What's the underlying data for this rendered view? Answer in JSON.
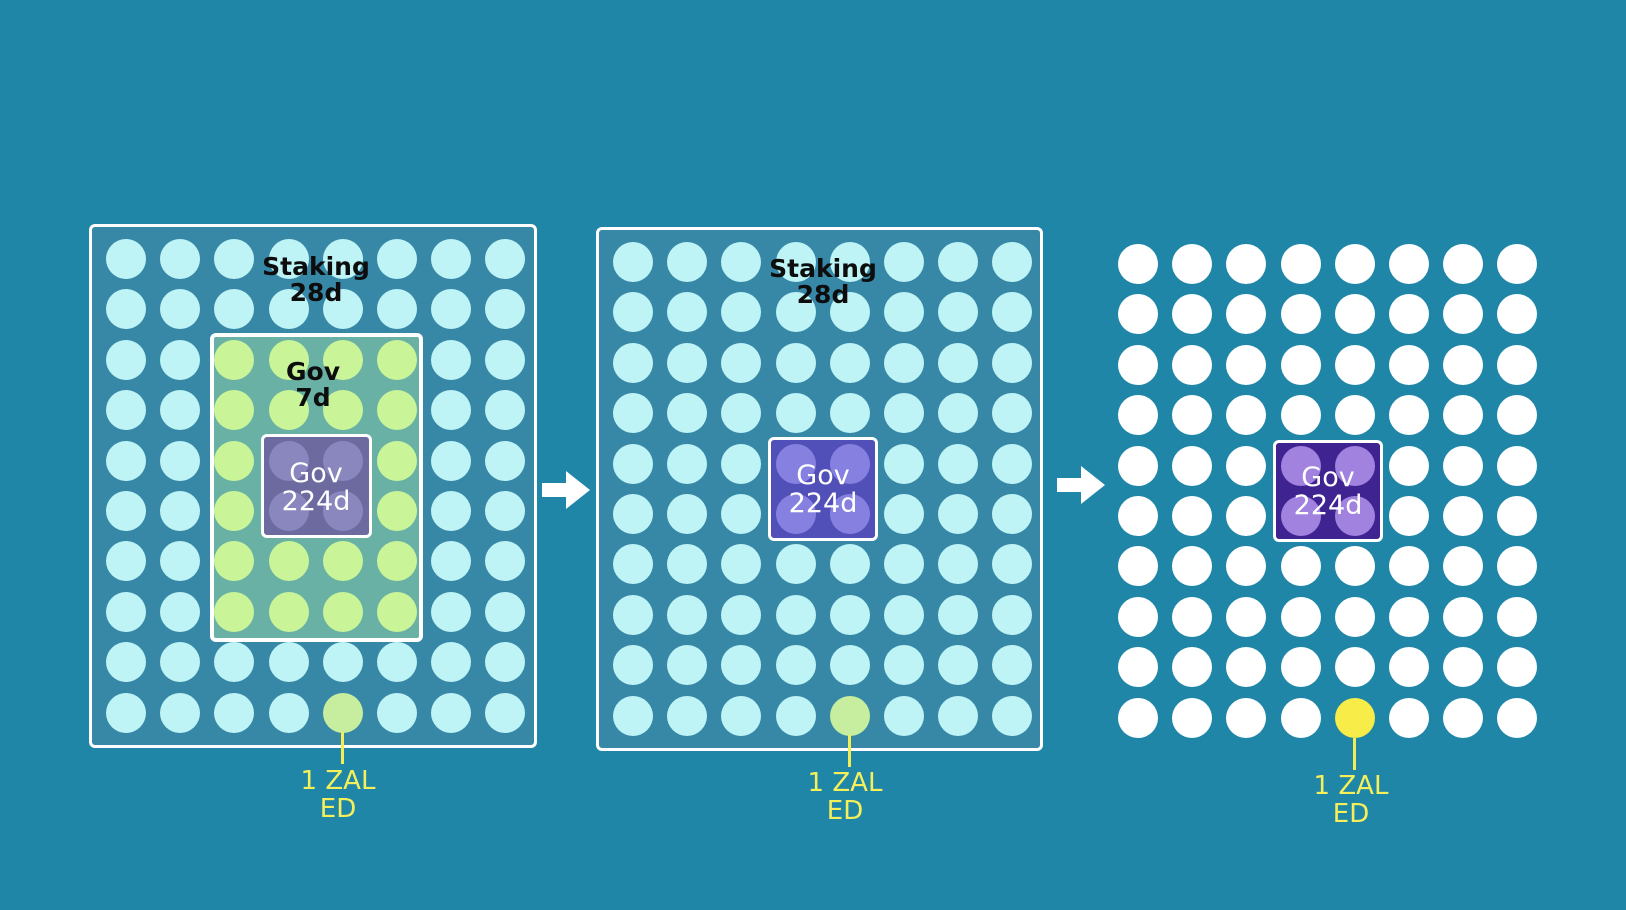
{
  "colors": {
    "background": "#1f86a8",
    "staking_dot": "#bff4f7",
    "gov7_dot": "#c9f598",
    "gov224_dot_stage1": "#8e8cc2",
    "gov224_dot_stage2": "#8f8ae6",
    "gov224_dot_stage3": "#b394ec",
    "gov224_bg_stage1": "#6d6aa0",
    "gov224_bg_stage2": "#514fb8",
    "gov224_bg_stage3": "#3f2391",
    "free_dot": "#ffffff",
    "ed_dot_locked": "#c6ee9e",
    "ed_dot_free": "#f7ec48",
    "ed_text": "#f5ef5a"
  },
  "grid": {
    "rows": 10,
    "cols": 8
  },
  "panels": [
    {
      "staking": {
        "line1": "Staking",
        "line2": "28d"
      },
      "gov7": {
        "line1": "Gov",
        "line2": "7d"
      },
      "gov224": {
        "line1": "Gov",
        "line2": "224d"
      },
      "ed": {
        "line1": "1 ZAL",
        "line2": "ED"
      }
    },
    {
      "staking": {
        "line1": "Staking",
        "line2": "28d"
      },
      "gov224": {
        "line1": "Gov",
        "line2": "224d"
      },
      "ed": {
        "line1": "1 ZAL",
        "line2": "ED"
      }
    },
    {
      "gov224": {
        "line1": "Gov",
        "line2": "224d"
      },
      "ed": {
        "line1": "1 ZAL",
        "line2": "ED"
      }
    }
  ],
  "icons": [
    "arrow-right-icon",
    "arrow-right-icon"
  ]
}
